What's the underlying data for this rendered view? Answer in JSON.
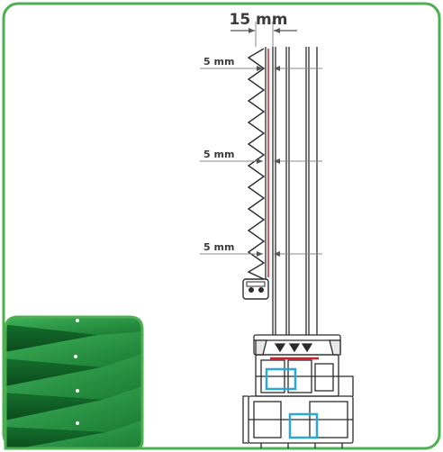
{
  "dimensions": {
    "gap_label": "15 mm",
    "spacing_labels": [
      "5 mm",
      "5 mm",
      "5 mm"
    ]
  },
  "colors": {
    "frame_border": "#4caf50",
    "blind_green": "#1f8a3a",
    "blind_dark": "#0d4f20",
    "highlight_red": "#d0202a",
    "highlight_blue": "#2aa7d8",
    "line": "#2b2b2b",
    "dim_line": "#8a8a8a"
  }
}
